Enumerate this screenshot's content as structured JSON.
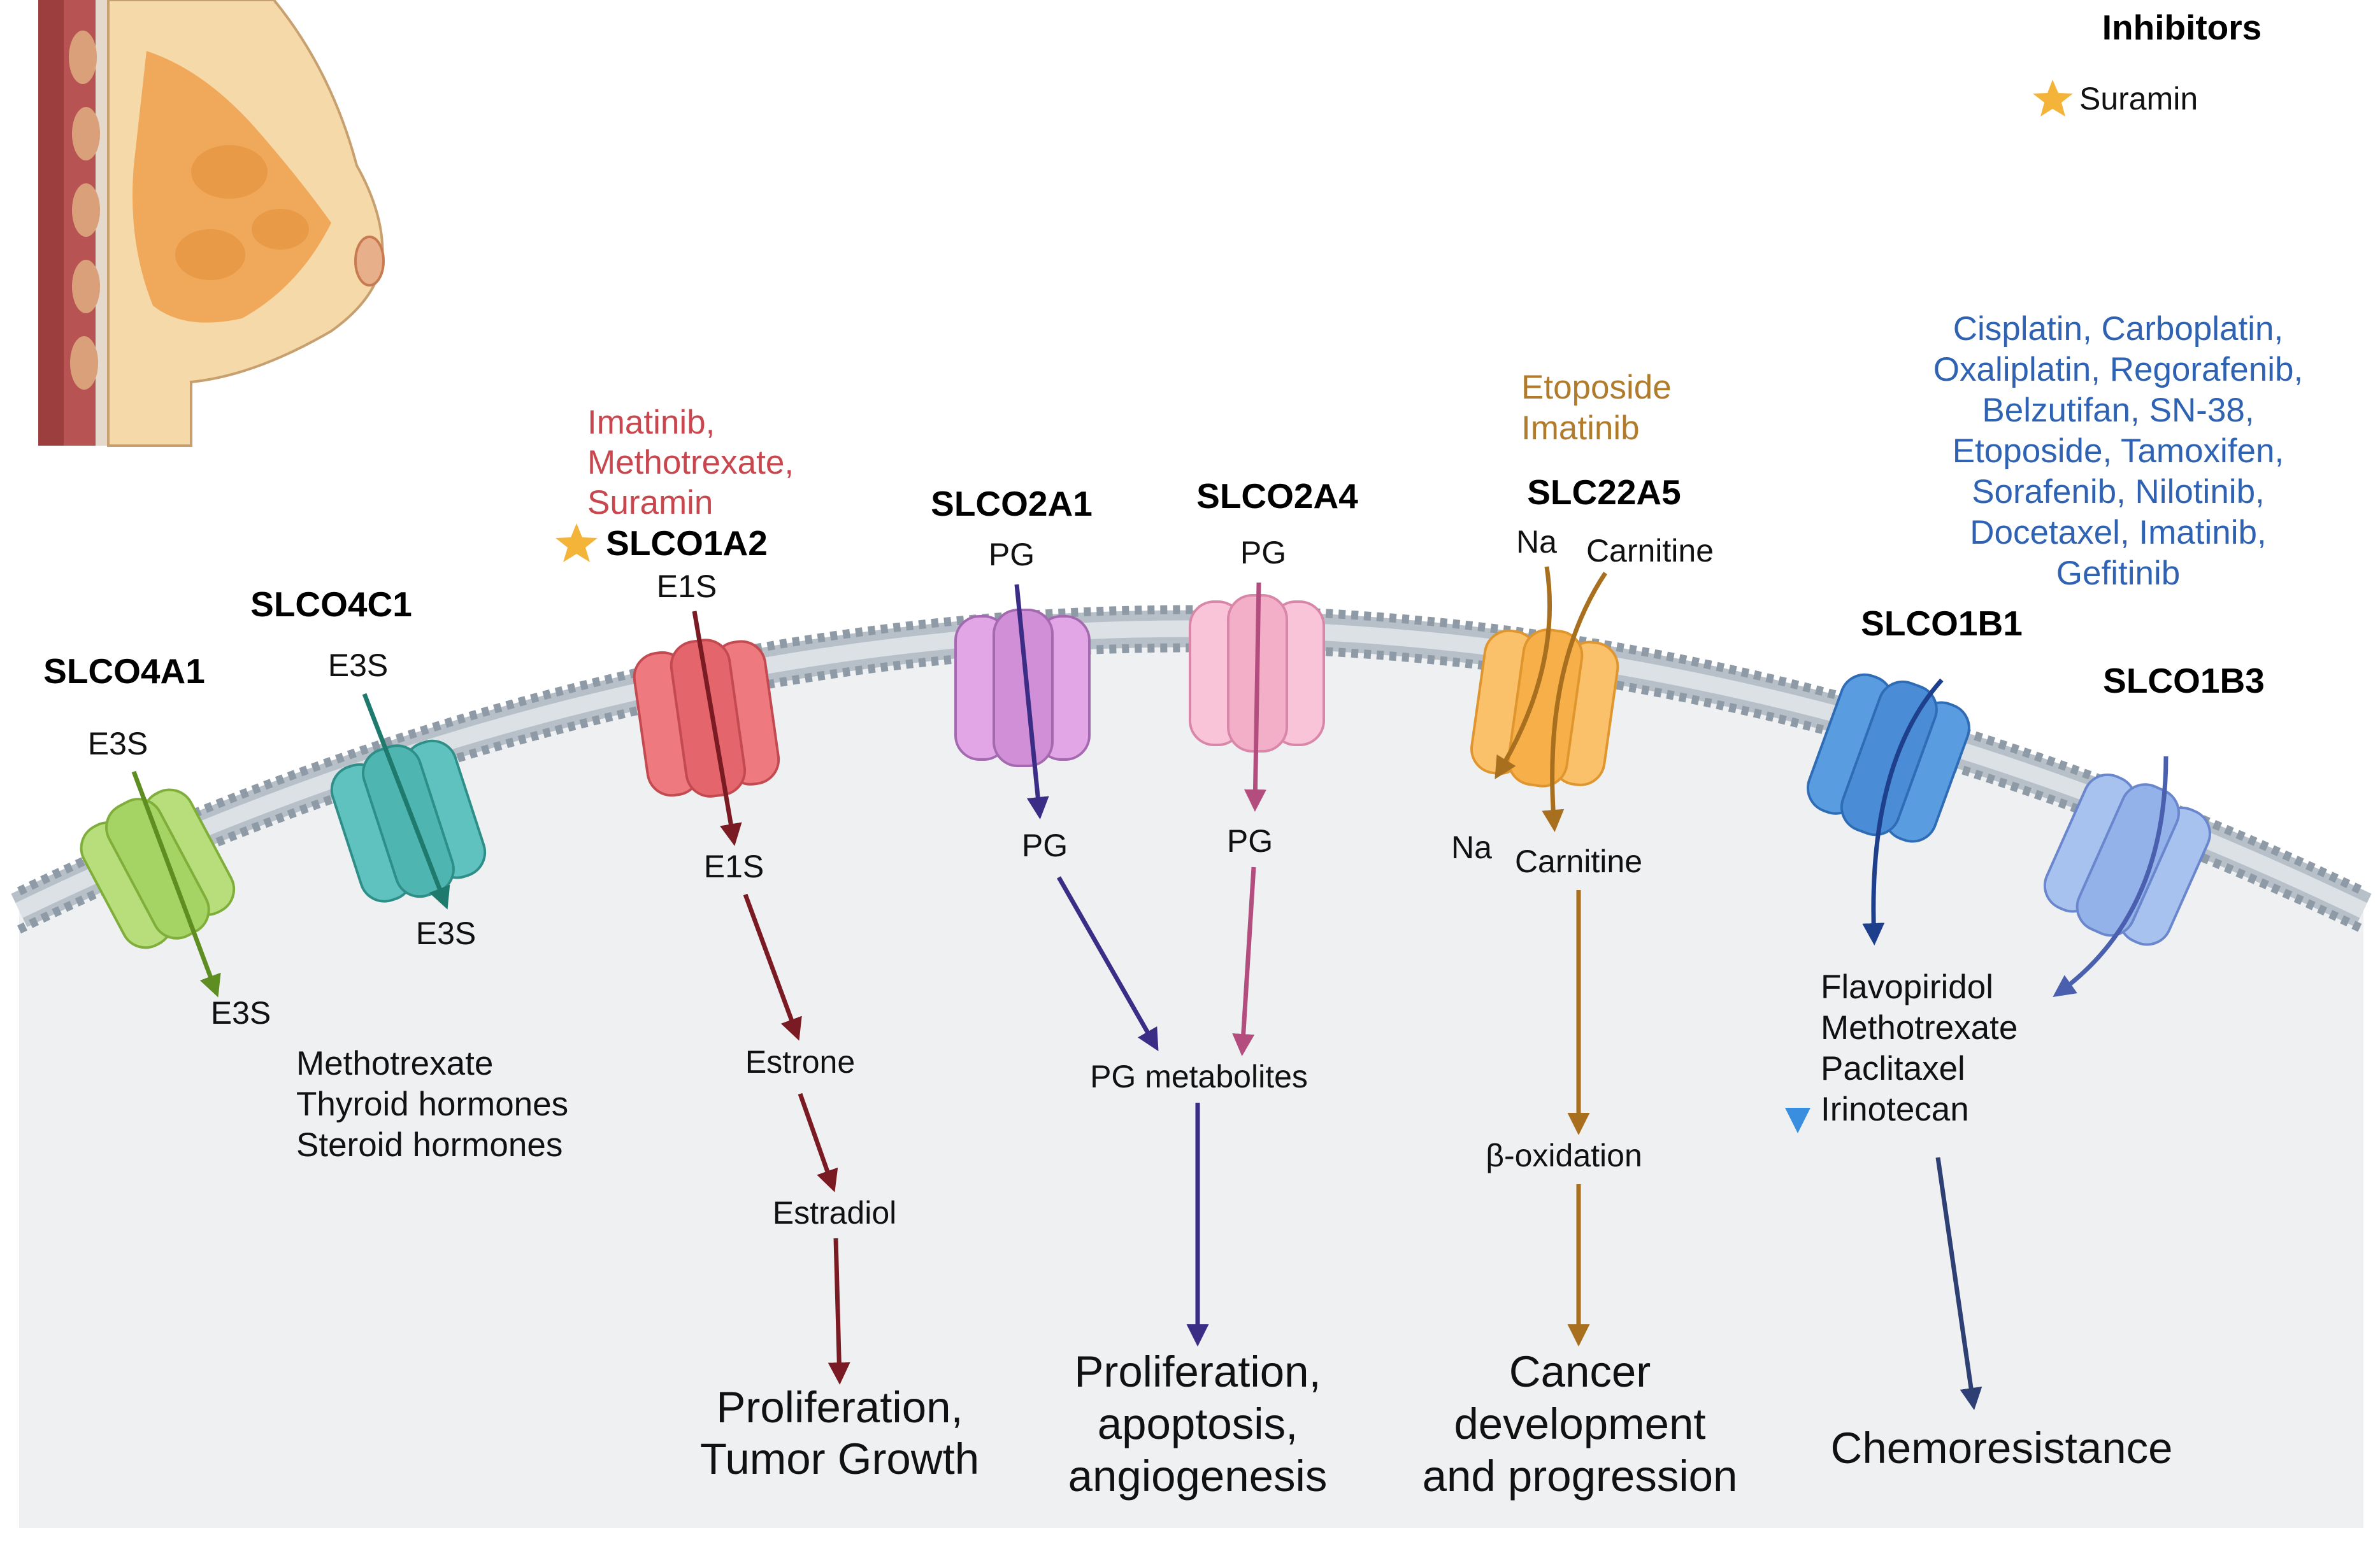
{
  "legend": {
    "title": "Inhibitors",
    "star_label": "Suramin",
    "star_color": "#F4B43A"
  },
  "colors": {
    "slco4a1": "#7FAE3A",
    "slco4c1": "#1F7A6E",
    "slco1a2": "#7A1A22",
    "slco2a1": "#3B2D86",
    "slco2a4": "#B24D7E",
    "slc22a5": "#A86F1E",
    "slco1b1": "#1E3F8C",
    "slco1b3": "#4A5FAE",
    "drug_red": "#C8474E",
    "drug_gold": "#B07B2A",
    "drug_blue": "#2F62B2"
  },
  "transporters": {
    "slco4a1": {
      "name": "SLCO4A1",
      "in": "E3S",
      "out": "E3S"
    },
    "slco4c1": {
      "name": "SLCO4C1",
      "in": "E3S",
      "out": "E3S",
      "substrates": [
        "Methotrexate",
        "Thyroid hormones",
        "Steroid hormones"
      ]
    },
    "slco1a2": {
      "name": "SLCO1A2",
      "in": "E1S",
      "out": "E1S",
      "drugs": [
        "Imatinib,",
        "Methotrexate,",
        "Suramin"
      ],
      "steps": [
        "Estrone",
        "Estradiol"
      ],
      "outcome": [
        "Proliferation,",
        "Tumor Growth"
      ]
    },
    "slco2a1": {
      "name": "SLCO2A1",
      "in": "PG",
      "out": "PG"
    },
    "slco2a4": {
      "name": "SLCO2A4",
      "in": "PG",
      "out": "PG"
    },
    "pg": {
      "metabolites": "PG metabolites",
      "outcome": [
        "Proliferation,",
        "apoptosis,",
        "angiogenesis"
      ]
    },
    "slc22a5": {
      "name": "SLC22A5",
      "in_na": "Na",
      "in_carnitine": "Carnitine",
      "out_na": "Na",
      "out_carnitine": "Carnitine",
      "drugs": [
        "Etoposide",
        "Imatinib"
      ],
      "step": "β-oxidation",
      "outcome": [
        "Cancer",
        "development",
        "and progression"
      ]
    },
    "slco1b1": {
      "name": "SLCO1B1"
    },
    "slco1b3": {
      "name": "SLCO1B3"
    },
    "oatp1b": {
      "drugs": [
        "Cisplatin, Carboplatin,",
        "Oxaliplatin, Regorafenib,",
        "Belzutifan, SN-38,",
        "Etoposide, Tamoxifen,",
        "Sorafenib, Nilotinib,",
        "Docetaxel, Imatinib,",
        "Gefitinib"
      ],
      "substrates": [
        "Flavopiridol",
        "Methotrexate",
        "Paclitaxel",
        "Irinotecan"
      ],
      "outcome": "Chemoresistance"
    }
  }
}
